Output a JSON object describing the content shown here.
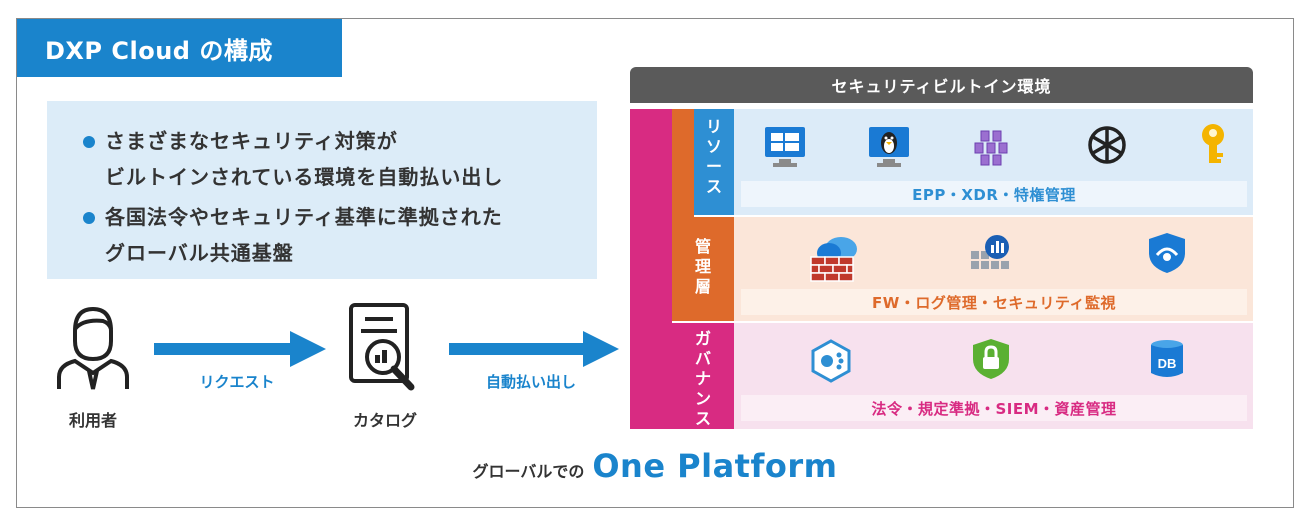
{
  "title": "DXP Cloud の構成",
  "bullets": [
    [
      "さまざまなセキュリティ対策が",
      "ビルトインされている環境を自動払い出し"
    ],
    [
      "各国法令やセキュリティ基準に準拠された",
      "グローバル共通基盤"
    ]
  ],
  "flow": {
    "user_label": "利用者",
    "catalog_label": "カタログ",
    "arrow1_label": "リクエスト",
    "arrow2_label": "自動払い出し"
  },
  "platform": {
    "prefix": "グローバルでの",
    "name": "One Platform"
  },
  "security_header": "セキュリティビルトイン環境",
  "layers": {
    "resource": {
      "side_label": [
        "リ",
        "ソ",
        "ー",
        "ス"
      ],
      "sublabel": "EPP・XDR・特権管理",
      "icons": [
        "windows-vm-icon",
        "linux-vm-icon",
        "kubernetes-icon",
        "openai-icon",
        "key-vault-icon"
      ]
    },
    "management": {
      "side_label": [
        "管",
        "理",
        "層"
      ],
      "sublabel": "FW・ログ管理・セキュリティ監視",
      "icons": [
        "firewall-icon",
        "log-analytics-icon",
        "defender-icon"
      ]
    },
    "governance": {
      "side_label": [
        "ガ",
        "バ",
        "ナ",
        "ン",
        "ス"
      ],
      "sublabel": "法令・規定準拠・SIEM・資産管理",
      "icons": [
        "sentinel-icon",
        "security-lock-icon",
        "database-icon"
      ]
    }
  },
  "colors": {
    "accent_blue": "#1a84cc",
    "governance_magenta": "#d82b82",
    "management_orange": "#de6a2b",
    "resource_blue": "#2e8fd3",
    "header_gray": "#5a5a5a"
  }
}
